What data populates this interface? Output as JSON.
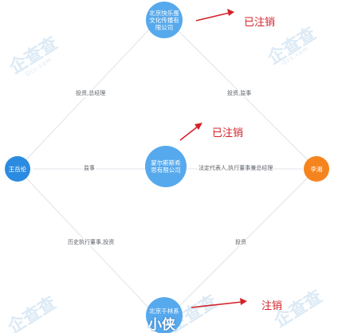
{
  "nodes": {
    "top_company": {
      "label": "北京快乐蛋文化传播有限公司",
      "color": "#56a9ec"
    },
    "center_company": {
      "label": "蒙尔斯斯希思有限公司",
      "color": "#56a9ec"
    },
    "bottom_company": {
      "label": "北京千林系",
      "color": "#56a9ec"
    },
    "left_person": {
      "label": "王岳伦",
      "color": "#2b8be0"
    },
    "right_person": {
      "label": "李湘",
      "color": "#f5841f"
    }
  },
  "edges": {
    "left_top": "投资,总经理",
    "right_top": "投资,监事",
    "left_center": "监事",
    "right_center": "法定代表人,执行董事兼总经理",
    "left_bottom": "历史执行董事,投资",
    "right_bottom": "投资"
  },
  "annotations": {
    "top": "已注销",
    "middle": "已注销",
    "bottom": "注销",
    "color": "#d3232a"
  },
  "watermark": {
    "logo_text": "企查查",
    "url_text": "Qcc.com"
  },
  "overlay_text": "小侠"
}
